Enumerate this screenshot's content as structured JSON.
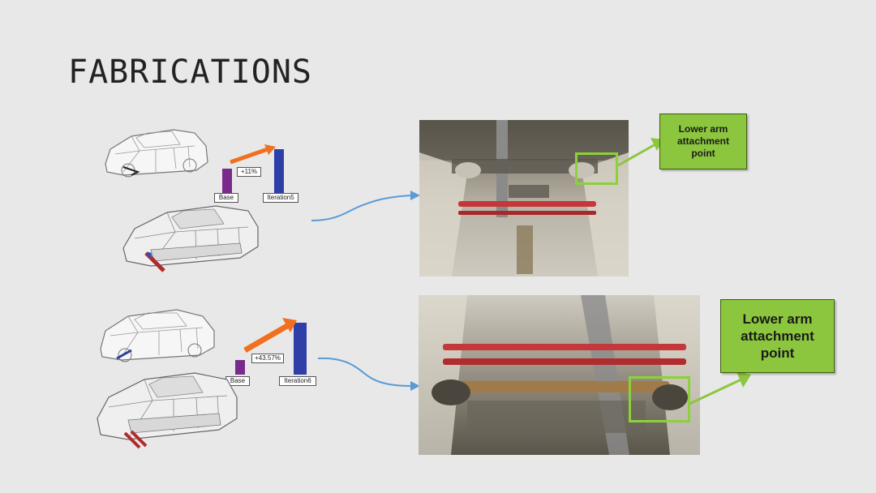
{
  "slide": {
    "title": "FABRICATIONS"
  },
  "top": {
    "chart": {
      "percent_label": "+11%",
      "base_label": "Base",
      "iteration_label": "Iteration5"
    },
    "callout": "Lower arm attachment point"
  },
  "bottom": {
    "chart": {
      "percent_label": "+43.57%",
      "base_label": "Base",
      "iteration_label": "Iteration6"
    },
    "callout": "Lower arm attachment point"
  },
  "colors": {
    "background": "#e8e8e8",
    "callout_green": "#8cc63e",
    "highlight_green": "#8cd13a",
    "connector_blue": "#5b9bd5",
    "growth_arrow": "#f07020",
    "base_bar": "#7a2a8a",
    "iteration_bar": "#2f3fa8",
    "brace_red": "#c0392b"
  }
}
